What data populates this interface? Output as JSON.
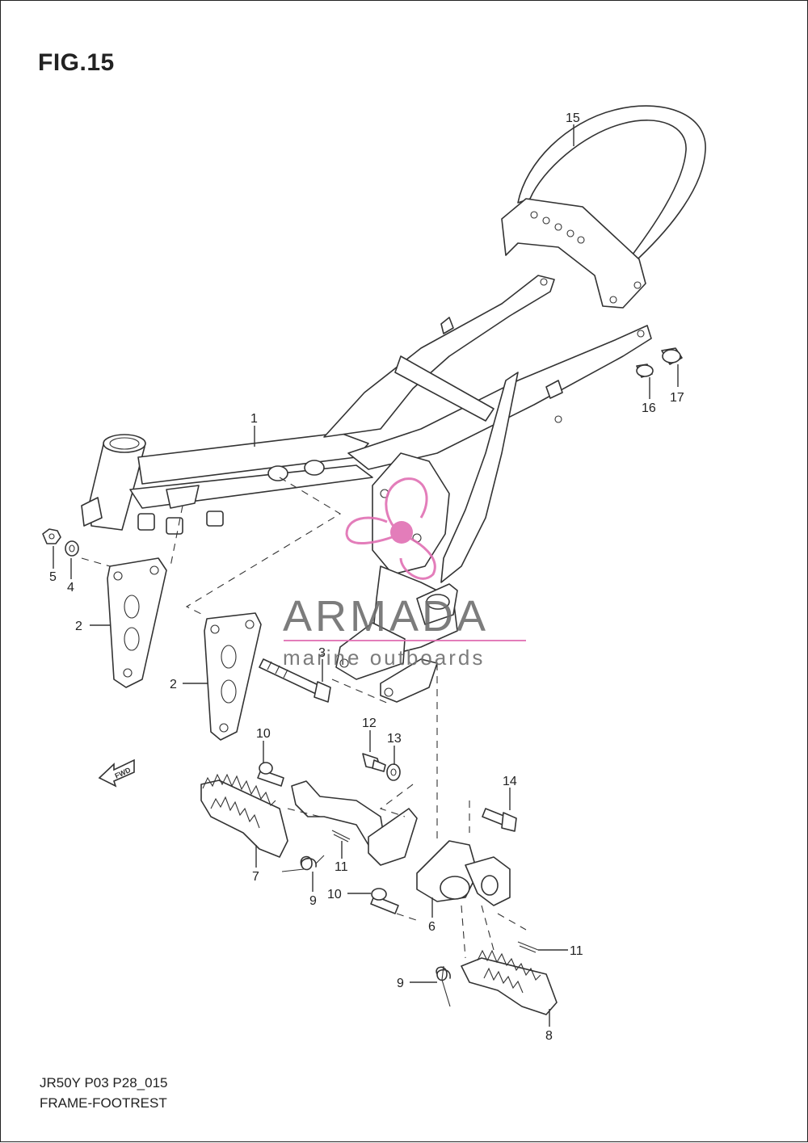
{
  "figure": {
    "title": "FIG.15",
    "model_code": "JR50Y P03 P28_015",
    "caption": "FRAME-FOOTREST"
  },
  "direction_marker": {
    "label": "FWD"
  },
  "watermark": {
    "brand": "ARMADA",
    "tagline": "marine outboards",
    "logo_color": "#e06fb3",
    "text_color": "#6e6e6e"
  },
  "callouts": [
    {
      "id": "c1",
      "label": "1"
    },
    {
      "id": "c2a",
      "label": "2"
    },
    {
      "id": "c2b",
      "label": "2"
    },
    {
      "id": "c3",
      "label": "3"
    },
    {
      "id": "c4",
      "label": "4"
    },
    {
      "id": "c5",
      "label": "5"
    },
    {
      "id": "c6",
      "label": "6"
    },
    {
      "id": "c7",
      "label": "7"
    },
    {
      "id": "c8",
      "label": "8"
    },
    {
      "id": "c9a",
      "label": "9"
    },
    {
      "id": "c9b",
      "label": "9"
    },
    {
      "id": "c10a",
      "label": "10"
    },
    {
      "id": "c10b",
      "label": "10"
    },
    {
      "id": "c11a",
      "label": "11"
    },
    {
      "id": "c11b",
      "label": "11"
    },
    {
      "id": "c12",
      "label": "12"
    },
    {
      "id": "c13",
      "label": "13"
    },
    {
      "id": "c14",
      "label": "14"
    },
    {
      "id": "c15",
      "label": "15"
    },
    {
      "id": "c16",
      "label": "16"
    },
    {
      "id": "c17",
      "label": "17"
    }
  ]
}
